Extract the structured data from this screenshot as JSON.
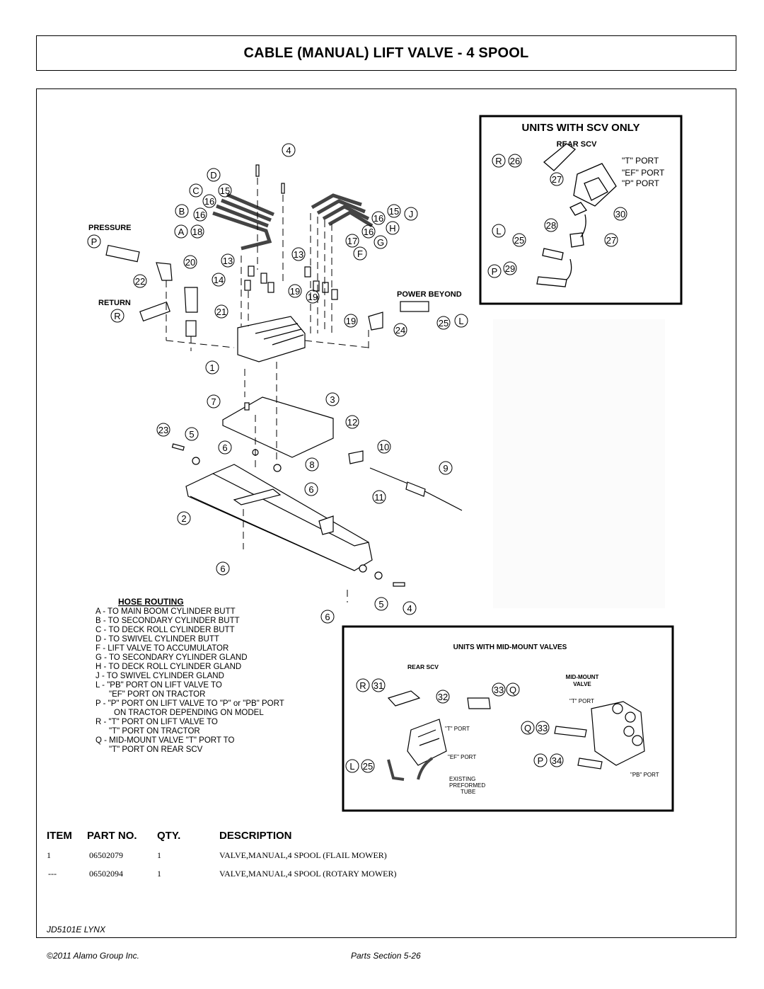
{
  "page": {
    "title": "CABLE (MANUAL) LIFT VALVE - 4 SPOOL"
  },
  "diagram": {
    "scv_inset": {
      "title": "UNITS WITH SCV ONLY",
      "rear_scv": "REAR SCV",
      "t_port": "\"T\" PORT",
      "ef_port": "\"EF\" PORT",
      "p_port": "\"P\" PORT",
      "callouts": [
        "R",
        "26",
        "27",
        "30",
        "L",
        "28",
        "25",
        "27",
        "P",
        "29"
      ]
    },
    "main": {
      "pressure": "PRESSURE",
      "return": "RETURN",
      "power_beyond": "POWER BEYOND",
      "callouts": [
        "4",
        "D",
        "C",
        "15",
        "16",
        "B",
        "16",
        "A",
        "18",
        "P",
        "20",
        "22",
        "R",
        "21",
        "13",
        "14",
        "19",
        "13",
        "19",
        "19",
        "24",
        "25",
        "L",
        "15",
        "J",
        "16",
        "17",
        "16",
        "H",
        "G",
        "F",
        "1",
        "7",
        "3",
        "23",
        "5",
        "6",
        "12",
        "10",
        "8",
        "6",
        "9",
        "11",
        "2",
        "6",
        "6",
        "5",
        "4"
      ]
    },
    "hose_routing": {
      "title": "HOSE ROUTING",
      "lines": [
        "A - TO MAIN BOOM CYLINDER BUTT",
        "B - TO SECONDARY CYLINDER BUTT",
        "C - TO DECK ROLL CYLINDER BUTT",
        "D - TO SWIVEL CYLINDER BUTT",
        "F - LIFT VALVE TO ACCUMULATOR",
        "G - TO SECONDARY CYLINDER GLAND",
        "H - TO DECK ROLL CYLINDER GLAND",
        "J - TO SWIVEL CYLINDER GLAND",
        "L - \"PB\" PORT ON LIFT VALVE TO",
        "\"EF\" PORT ON TRACTOR",
        "P - \"P\" PORT ON LIFT VALVE TO \"P\" or \"PB\" PORT",
        "ON TRACTOR DEPENDING ON MODEL",
        "R - \"T\" PORT ON LIFT VALVE TO",
        "\"T\" PORT ON TRACTOR",
        "Q - MID-MOUNT VALVE \"T\" PORT TO",
        "\"T\" PORT ON REAR SCV"
      ]
    },
    "midmount_inset": {
      "title": "UNITS WITH MID-MOUNT VALVES",
      "rear_scv": "REAR SCV",
      "midmount_line1": "MID-MOUNT",
      "midmount_line2": "VALVE",
      "t_port_left": "\"T\" PORT",
      "t_port_right": "\"T\" PORT",
      "ef_port": "\"EF\" PORT",
      "pb_port": "\"PB\" PORT",
      "existing_line1": "EXISTING",
      "existing_line2": "PREFORMED",
      "existing_line3": "TUBE",
      "callouts": [
        "R",
        "31",
        "32",
        "33",
        "Q",
        "Q",
        "33",
        "L",
        "25",
        "P",
        "34"
      ]
    }
  },
  "parts_table": {
    "headers": {
      "item": "ITEM",
      "part_no": "PART NO.",
      "qty": "QTY.",
      "description": "DESCRIPTION"
    },
    "rows": [
      {
        "item": "1",
        "part_no": "06502079",
        "qty": "1",
        "description": "VALVE,MANUAL,4 SPOOL (FLAIL MOWER)"
      },
      {
        "item": "---",
        "part_no": "06502094",
        "qty": "1",
        "description": "VALVE,MANUAL,4 SPOOL (ROTARY MOWER)"
      }
    ]
  },
  "footer": {
    "model": "JD5101E LYNX",
    "copyright": "©2011 Alamo Group Inc.",
    "section": "Parts Section 5-26"
  }
}
